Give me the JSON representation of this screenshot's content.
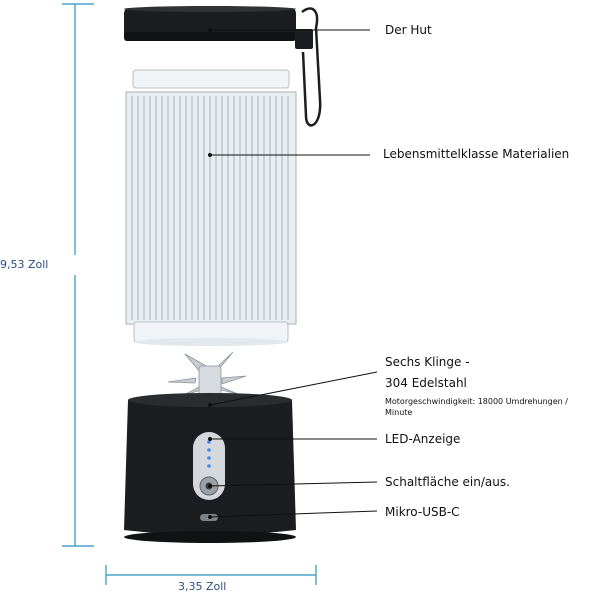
{
  "colors": {
    "dimension_line": "#4aa3c8",
    "dimension_text": "#2b4f86",
    "leader_line": "#111111",
    "body": "#1c1d20",
    "glass": "#e9eef1",
    "blade": "#c9ced3",
    "led": "#3c8cff"
  },
  "labels": {
    "lid": "Der Hut",
    "material": "Lebensmittelklasse Materialien",
    "blades_line1": "Sechs Klinge -",
    "blades_line2": "304 Edelstahl",
    "motor_speed": "Motorgeschwindigkeit: 18000 Umdrehungen / Minute",
    "led": "LED-Anzeige",
    "power_button": "Schaltfläche ein/aus.",
    "usb": "Mikro-USB-C"
  },
  "dimensions": {
    "height": "9,53 Zoll",
    "width": "3,35 Zoll"
  },
  "icons": [
    "lid-strap-icon",
    "led-dots-icon",
    "power-button-icon",
    "usb-port-icon",
    "blade-icon"
  ]
}
